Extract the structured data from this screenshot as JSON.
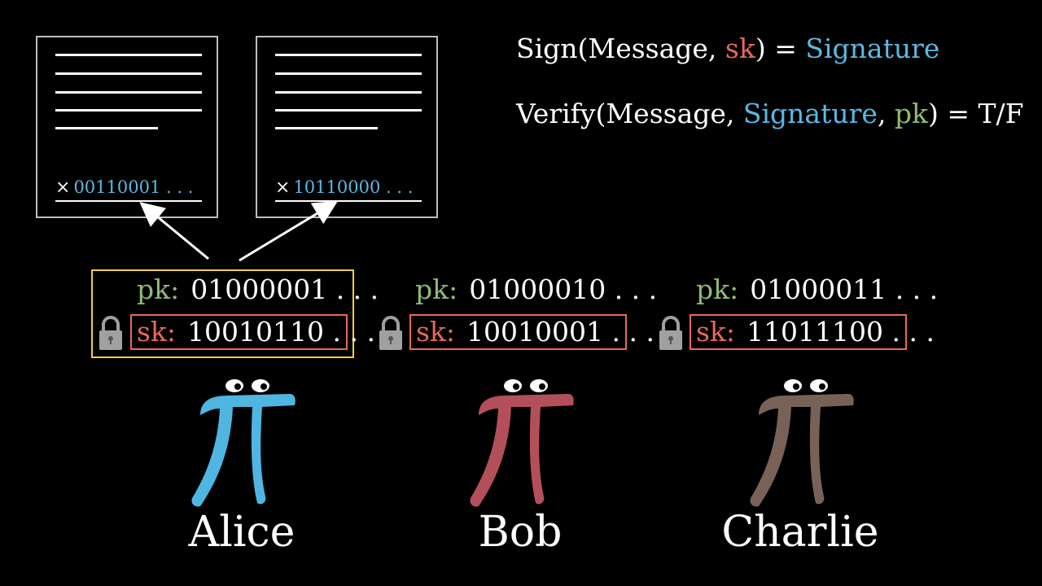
{
  "documents": [
    {
      "signature_bits": "00110001 . . ."
    },
    {
      "signature_bits": "10110000 . . ."
    }
  ],
  "equations": {
    "sign": {
      "prefix": "Sign(Message, ",
      "sk": "sk",
      "mid": ") = ",
      "signature": "Signature"
    },
    "verify": {
      "prefix": "Verify(Message, ",
      "signature": "Signature",
      "comma": ", ",
      "pk": "pk",
      "suffix": ") = T/F"
    }
  },
  "labels": {
    "pk": "pk:",
    "sk": "sk:",
    "times": "×"
  },
  "users": [
    {
      "name": "Alice",
      "pk": "01000001 . . .",
      "sk": "10010110 . . .",
      "color": "#4fb6e1",
      "highlighted": true
    },
    {
      "name": "Bob",
      "pk": "01000010 . . .",
      "sk": "10010001 . . .",
      "color": "#b34f5a",
      "highlighted": false
    },
    {
      "name": "Charlie",
      "pk": "01000011 . . .",
      "sk": "11011100 . . .",
      "color": "#786258",
      "highlighted": false
    }
  ],
  "colors": {
    "pk": "#8fba74",
    "sk": "#e8685a",
    "signature": "#5bb8e2",
    "highlight": "#f0d040"
  },
  "icons": [
    "lock-icon",
    "arrow-icon",
    "pi-creature-icon"
  ]
}
